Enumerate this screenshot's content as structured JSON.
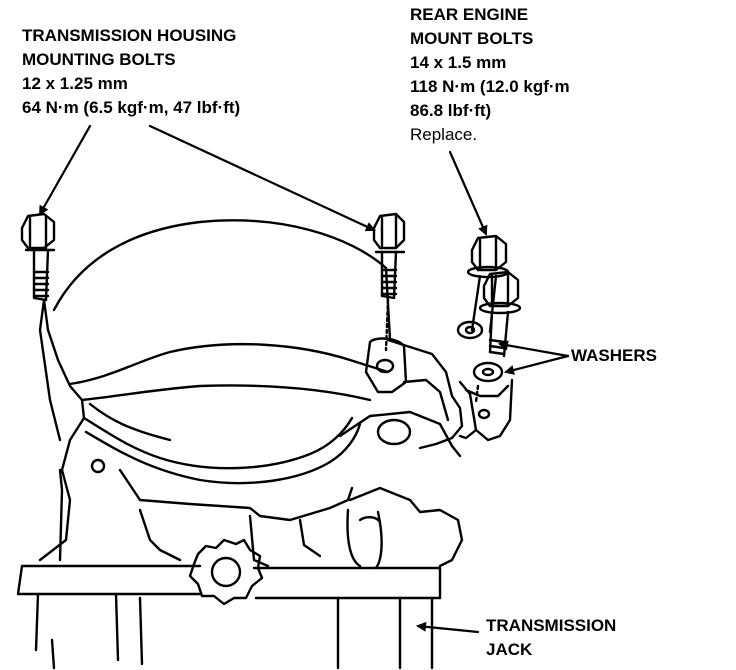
{
  "labels": {
    "housing_bolts": {
      "line1": "TRANSMISSION HOUSING",
      "line2": "MOUNTING BOLTS",
      "line3": "12 x 1.25 mm",
      "line4": "64 N·m (6.5 kgf·m, 47 lbf·ft)"
    },
    "rear_mount_bolts": {
      "line1": "REAR ENGINE",
      "line2": "MOUNT BOLTS",
      "line3": "14 x 1.5 mm",
      "line4": "118 N·m (12.0 kgf·m",
      "line5": "86.8 lbf·ft)",
      "line6": "Replace."
    },
    "washers": "WASHERS",
    "jack": {
      "line1": "TRANSMISSION",
      "line2": "JACK"
    }
  },
  "colors": {
    "ink": "#000000",
    "paper": "#ffffff"
  }
}
